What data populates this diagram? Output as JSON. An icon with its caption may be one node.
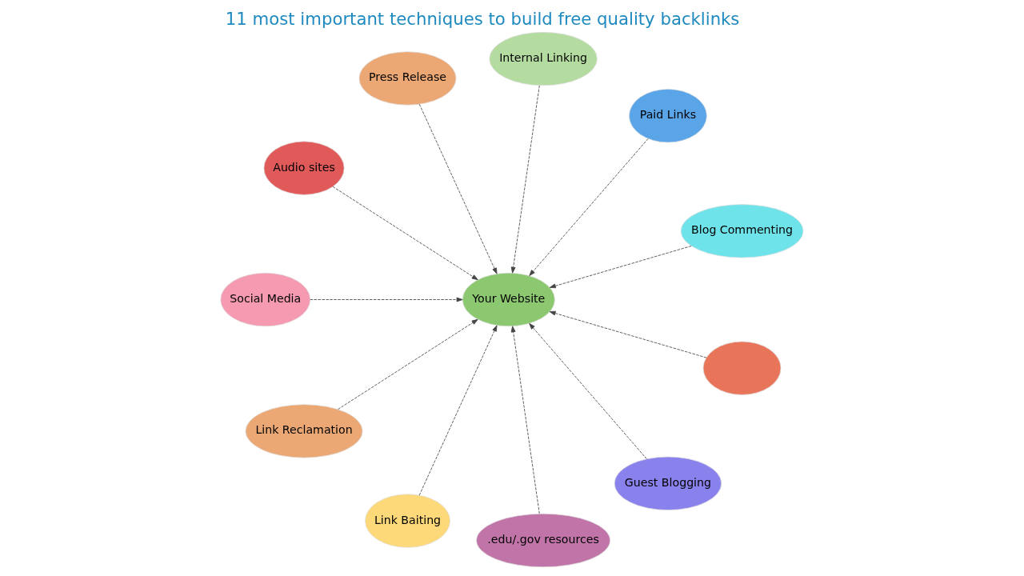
{
  "diagram": {
    "title": "11 most important techniques to build free quality backlinks",
    "nodes": [
      {
        "text": [
          "Blog Commenting"
        ]
      },
      {
        "text": [
          "Paid Links"
        ]
      },
      {
        "text": [
          "Internal Linking"
        ]
      },
      {
        "text": [
          "Press Release"
        ]
      },
      {
        "text": [
          "Audio sites"
        ]
      },
      {
        "text": [
          "Your Website"
        ]
      },
      {
        "text": [
          "Social Media"
        ]
      },
      {
        "text": [
          "Link Reclamation"
        ]
      },
      {
        "text": [
          "Link Baiting"
        ]
      },
      {
        "text": [
          ".edu/.gov resources"
        ]
      },
      {
        "text": [
          "Guest Blogging"
        ]
      },
      {
        "text": [],
        "shape": "circle"
      }
    ],
    "edges": [
      {
        "from": 0,
        "to": 5,
        "arrow": "to",
        "style": "dashed"
      },
      {
        "from": 1,
        "to": 5,
        "arrow": "to",
        "style": "dashed"
      },
      {
        "from": 2,
        "to": 5,
        "arrow": "to",
        "style": "dashed"
      },
      {
        "from": 3,
        "to": 5,
        "arrow": "to",
        "style": "dashed"
      },
      {
        "from": 4,
        "to": 5,
        "arrow": "to",
        "style": "dashed"
      },
      {
        "from": 6,
        "to": 5,
        "arrow": "to",
        "style": "dashed"
      },
      {
        "from": 7,
        "to": 5,
        "arrow": "to",
        "style": "dashed"
      },
      {
        "from": 8,
        "to": 5,
        "arrow": "to",
        "style": "dashed"
      },
      {
        "from": 9,
        "to": 5,
        "arrow": "to",
        "style": "dashed"
      },
      {
        "from": 10,
        "to": 5,
        "arrow": "to",
        "style": "dashed"
      },
      {
        "from": 11,
        "to": 5,
        "arrow": "to",
        "style": "dashed"
      }
    ]
  }
}
